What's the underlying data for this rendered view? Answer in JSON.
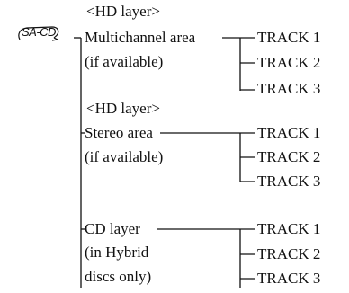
{
  "logo": {
    "text": "SA-CD"
  },
  "layers": [
    {
      "tag": "<HD layer>",
      "name": "Multichannel area",
      "note": "(if available)",
      "tracks": [
        "TRACK 1",
        "TRACK 2",
        "TRACK 3"
      ]
    },
    {
      "tag": "<HD layer>",
      "name": "Stereo area",
      "note": "(if available)",
      "tracks": [
        "TRACK 1",
        "TRACK 2",
        "TRACK 3"
      ]
    },
    {
      "tag": "",
      "name": "CD layer",
      "note1": "(in Hybrid",
      "note2": "discs only)",
      "tracks": [
        "TRACK 1",
        "TRACK 2",
        "TRACK 3"
      ]
    }
  ]
}
